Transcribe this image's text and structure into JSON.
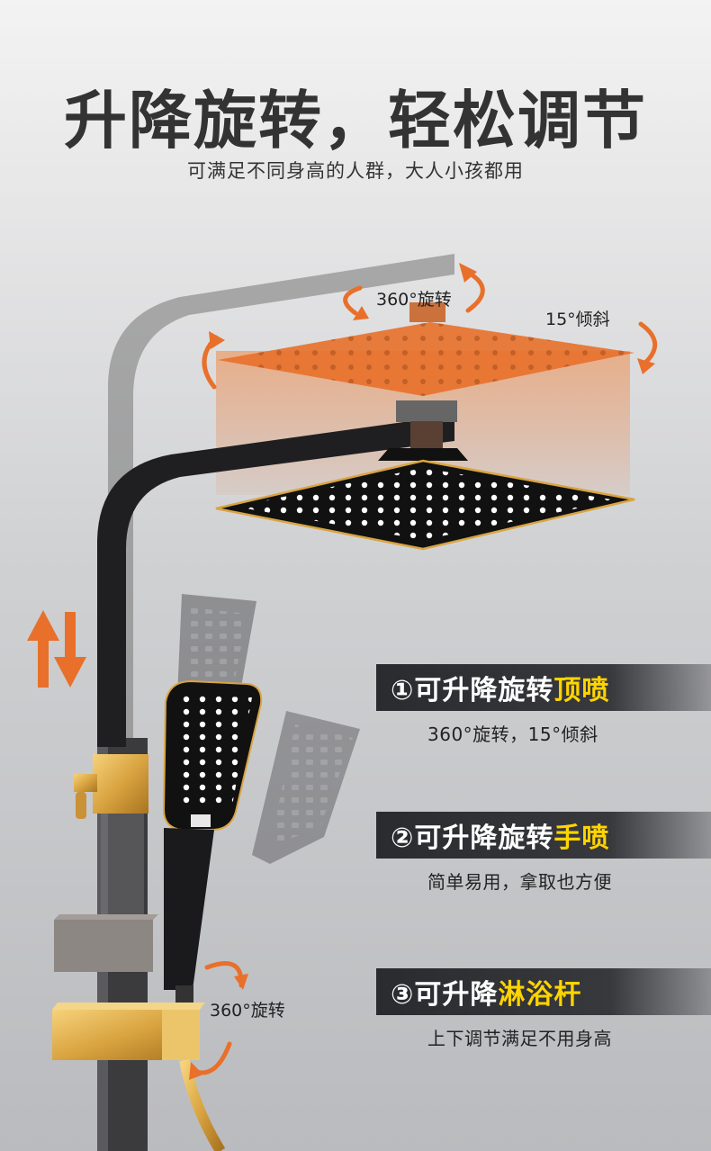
{
  "headline": "升降旋转，轻松调节",
  "subhead": "可满足不同身高的人群，大人小孩都用",
  "labels": {
    "top_rotate": "360°旋转",
    "tilt": "15°倾斜",
    "bottom_rotate": "360°旋转"
  },
  "features": [
    {
      "prefix": "①可升降旋转",
      "highlight": "顶喷",
      "desc": "360°旋转，15°倾斜"
    },
    {
      "prefix": "②可升降旋转",
      "highlight": "手喷",
      "desc": "简单易用，拿取也方便"
    },
    {
      "prefix": "③可升降",
      "highlight": "淋浴杆",
      "desc": "上下调节满足不用身高"
    }
  ],
  "colors": {
    "accent_orange": "#e8702a",
    "highlight_yellow": "#ffd400",
    "gold": "#d9a441",
    "banner_bg": "#2a2b2f"
  },
  "icons": [
    "rotate-arrow-icon",
    "tilt-arrow-icon",
    "up-down-arrows-icon"
  ]
}
